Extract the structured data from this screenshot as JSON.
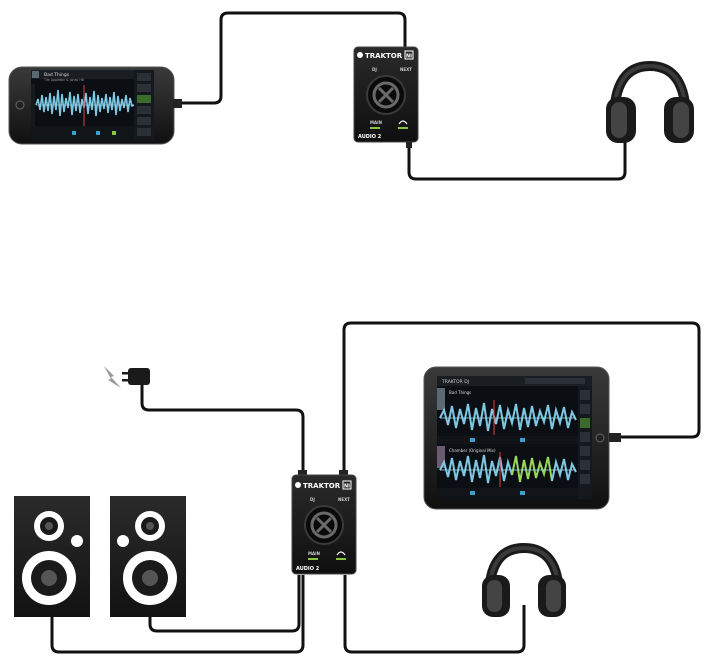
{
  "interface": {
    "brand": "TRAKTOR",
    "model": "AUDIO 2",
    "logo": "NI",
    "out_left": "DJ",
    "out_right": "NEXT",
    "main_label": "MAIN",
    "icons": [
      "traktor-logo-icon",
      "ni-logo-icon",
      "headphone-symbol-icon",
      "jog-x-icon"
    ]
  },
  "phone_app": {
    "track_title": "Bad Things",
    "track_artist": "Tim Appleton & Jonas Hill"
  },
  "tablet_app": {
    "header": "TRAKTOR DJ",
    "deck_a_title": "Bad Things",
    "deck_b_title": "Chamber (Original Mix)"
  },
  "devices": [
    "iphone",
    "ipad",
    "traktor-audio-2",
    "traktor-audio-2",
    "headphones",
    "headphones",
    "speaker-left",
    "speaker-right",
    "power-adapter"
  ],
  "icons": [
    "lightning-bolt-icon",
    "power-plug-icon"
  ],
  "colors": {
    "cable": "#111111",
    "waveform": "#7ec8e3",
    "waveform_alt": "#9bd65a",
    "interface_body": "#1c1c1c",
    "level_green": "#8ac33c"
  }
}
